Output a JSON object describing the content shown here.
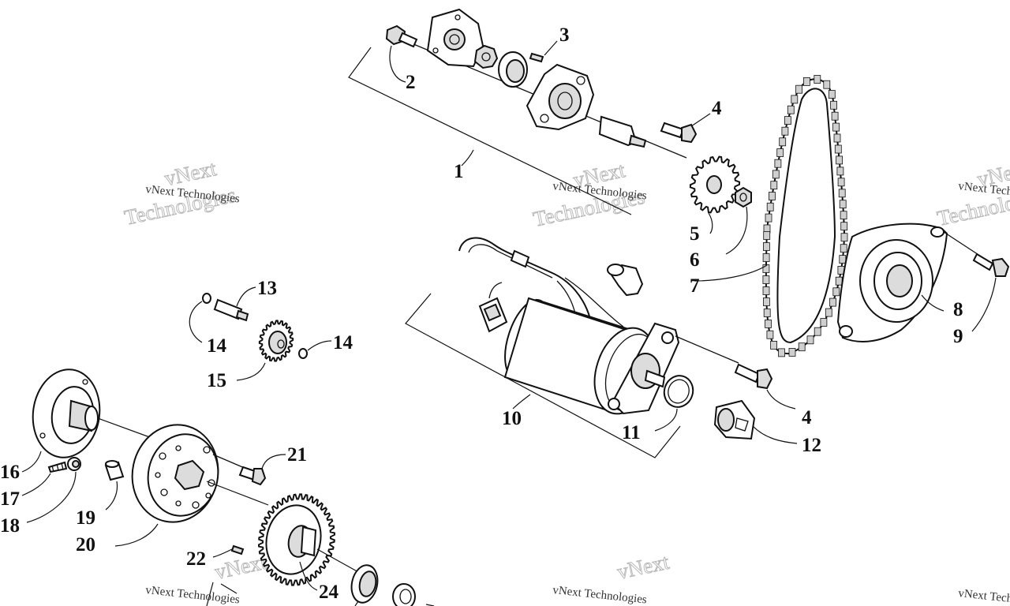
{
  "watermark": {
    "line1": "vNext Technologies",
    "line2": "vNext",
    "line3": "Technologies"
  },
  "callouts": {
    "c1": "1",
    "c2": "2",
    "c3": "3",
    "c4a": "4",
    "c4b": "4",
    "c5": "5",
    "c6": "6",
    "c7": "7",
    "c8": "8",
    "c9": "9",
    "c10": "10",
    "c11": "11",
    "c12": "12",
    "c13": "13",
    "c14a": "14",
    "c14b": "14",
    "c15": "15",
    "c16": "16",
    "c17": "17",
    "c18": "18",
    "c19": "19",
    "c20": "20",
    "c21": "21",
    "c22": "22",
    "c24": "24"
  }
}
